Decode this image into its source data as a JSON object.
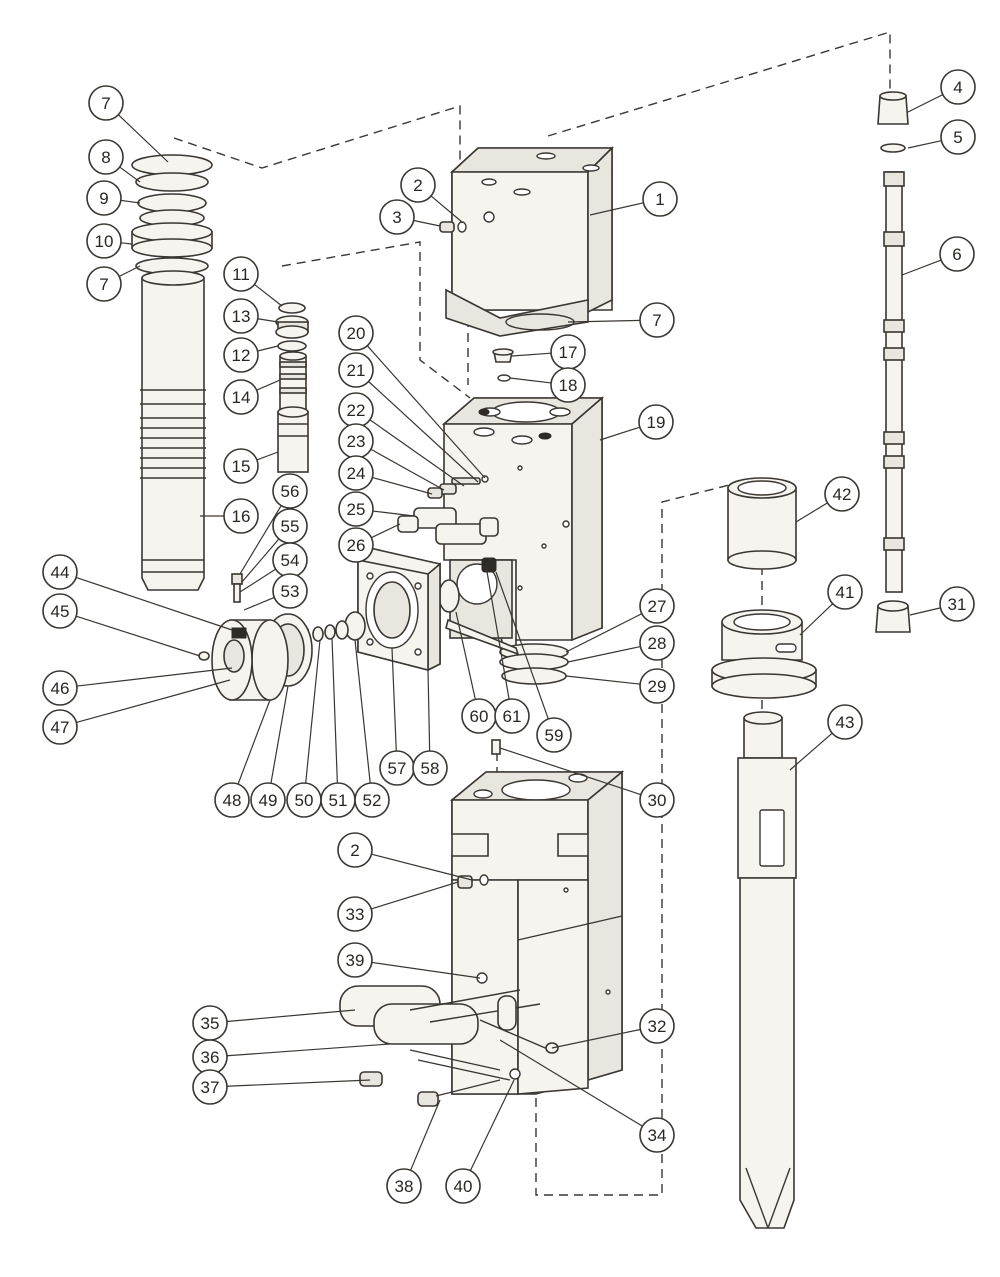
{
  "diagram": {
    "type": "exploded-parts-diagram",
    "part_numbers": [
      "1",
      "2",
      "3",
      "4",
      "5",
      "6",
      "7",
      "8",
      "9",
      "10",
      "11",
      "12",
      "13",
      "14",
      "15",
      "16",
      "17",
      "18",
      "19",
      "20",
      "21",
      "22",
      "23",
      "24",
      "25",
      "26",
      "27",
      "28",
      "29",
      "30",
      "31",
      "32",
      "33",
      "34",
      "35",
      "36",
      "37",
      "38",
      "39",
      "40",
      "41",
      "42",
      "43",
      "44",
      "45",
      "46",
      "47",
      "48",
      "49",
      "50",
      "51",
      "52",
      "53",
      "54",
      "55",
      "56",
      "57",
      "58",
      "59",
      "60",
      "61"
    ],
    "callouts": [
      {
        "label": "1"
      },
      {
        "label": "2"
      },
      {
        "label": "3"
      },
      {
        "label": "4"
      },
      {
        "label": "5"
      },
      {
        "label": "6"
      },
      {
        "label": "7"
      },
      {
        "label": "8"
      },
      {
        "label": "9"
      },
      {
        "label": "10"
      },
      {
        "label": "7"
      },
      {
        "label": "7"
      },
      {
        "label": "11"
      },
      {
        "label": "13"
      },
      {
        "label": "12"
      },
      {
        "label": "14"
      },
      {
        "label": "15"
      },
      {
        "label": "16"
      },
      {
        "label": "17"
      },
      {
        "label": "18"
      },
      {
        "label": "19"
      },
      {
        "label": "20"
      },
      {
        "label": "21"
      },
      {
        "label": "22"
      },
      {
        "label": "23"
      },
      {
        "label": "24"
      },
      {
        "label": "25"
      },
      {
        "label": "26"
      },
      {
        "label": "27"
      },
      {
        "label": "28"
      },
      {
        "label": "29"
      },
      {
        "label": "30"
      },
      {
        "label": "31"
      },
      {
        "label": "42"
      },
      {
        "label": "41"
      },
      {
        "label": "43"
      },
      {
        "label": "56"
      },
      {
        "label": "55"
      },
      {
        "label": "54"
      },
      {
        "label": "53"
      },
      {
        "label": "44"
      },
      {
        "label": "45"
      },
      {
        "label": "46"
      },
      {
        "label": "47"
      },
      {
        "label": "48"
      },
      {
        "label": "49"
      },
      {
        "label": "50"
      },
      {
        "label": "51"
      },
      {
        "label": "52"
      },
      {
        "label": "57"
      },
      {
        "label": "58"
      },
      {
        "label": "60"
      },
      {
        "label": "61"
      },
      {
        "label": "59"
      },
      {
        "label": "2"
      },
      {
        "label": "33"
      },
      {
        "label": "39"
      },
      {
        "label": "35"
      },
      {
        "label": "36"
      },
      {
        "label": "37"
      },
      {
        "label": "32"
      },
      {
        "label": "34"
      },
      {
        "label": "38"
      },
      {
        "label": "40"
      }
    ]
  }
}
